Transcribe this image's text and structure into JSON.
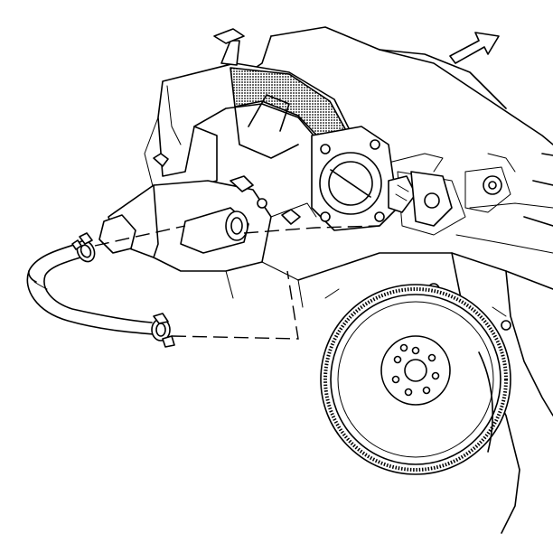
{
  "figure": {
    "kind": "line-art",
    "labels": [],
    "components": [
      {
        "name": "heater-outlet-hose",
        "icon": "hose-icon"
      },
      {
        "name": "hose-clamp-engine-end",
        "icon": "clamp-icon"
      },
      {
        "name": "hose-clamp-heater-end",
        "icon": "clamp-icon"
      },
      {
        "name": "coolant-outlet-housing",
        "icon": "housing-icon"
      },
      {
        "name": "engine-block",
        "icon": "engine-icon"
      },
      {
        "name": "flywheel",
        "icon": "flywheel-icon"
      },
      {
        "name": "throttle-body",
        "icon": "throttle-icon"
      },
      {
        "name": "intake-manifold",
        "icon": "manifold-icon"
      },
      {
        "name": "front-of-vehicle-arrow",
        "icon": "arrow-icon"
      }
    ],
    "line_color": "#000000",
    "background": "#ffffff"
  }
}
